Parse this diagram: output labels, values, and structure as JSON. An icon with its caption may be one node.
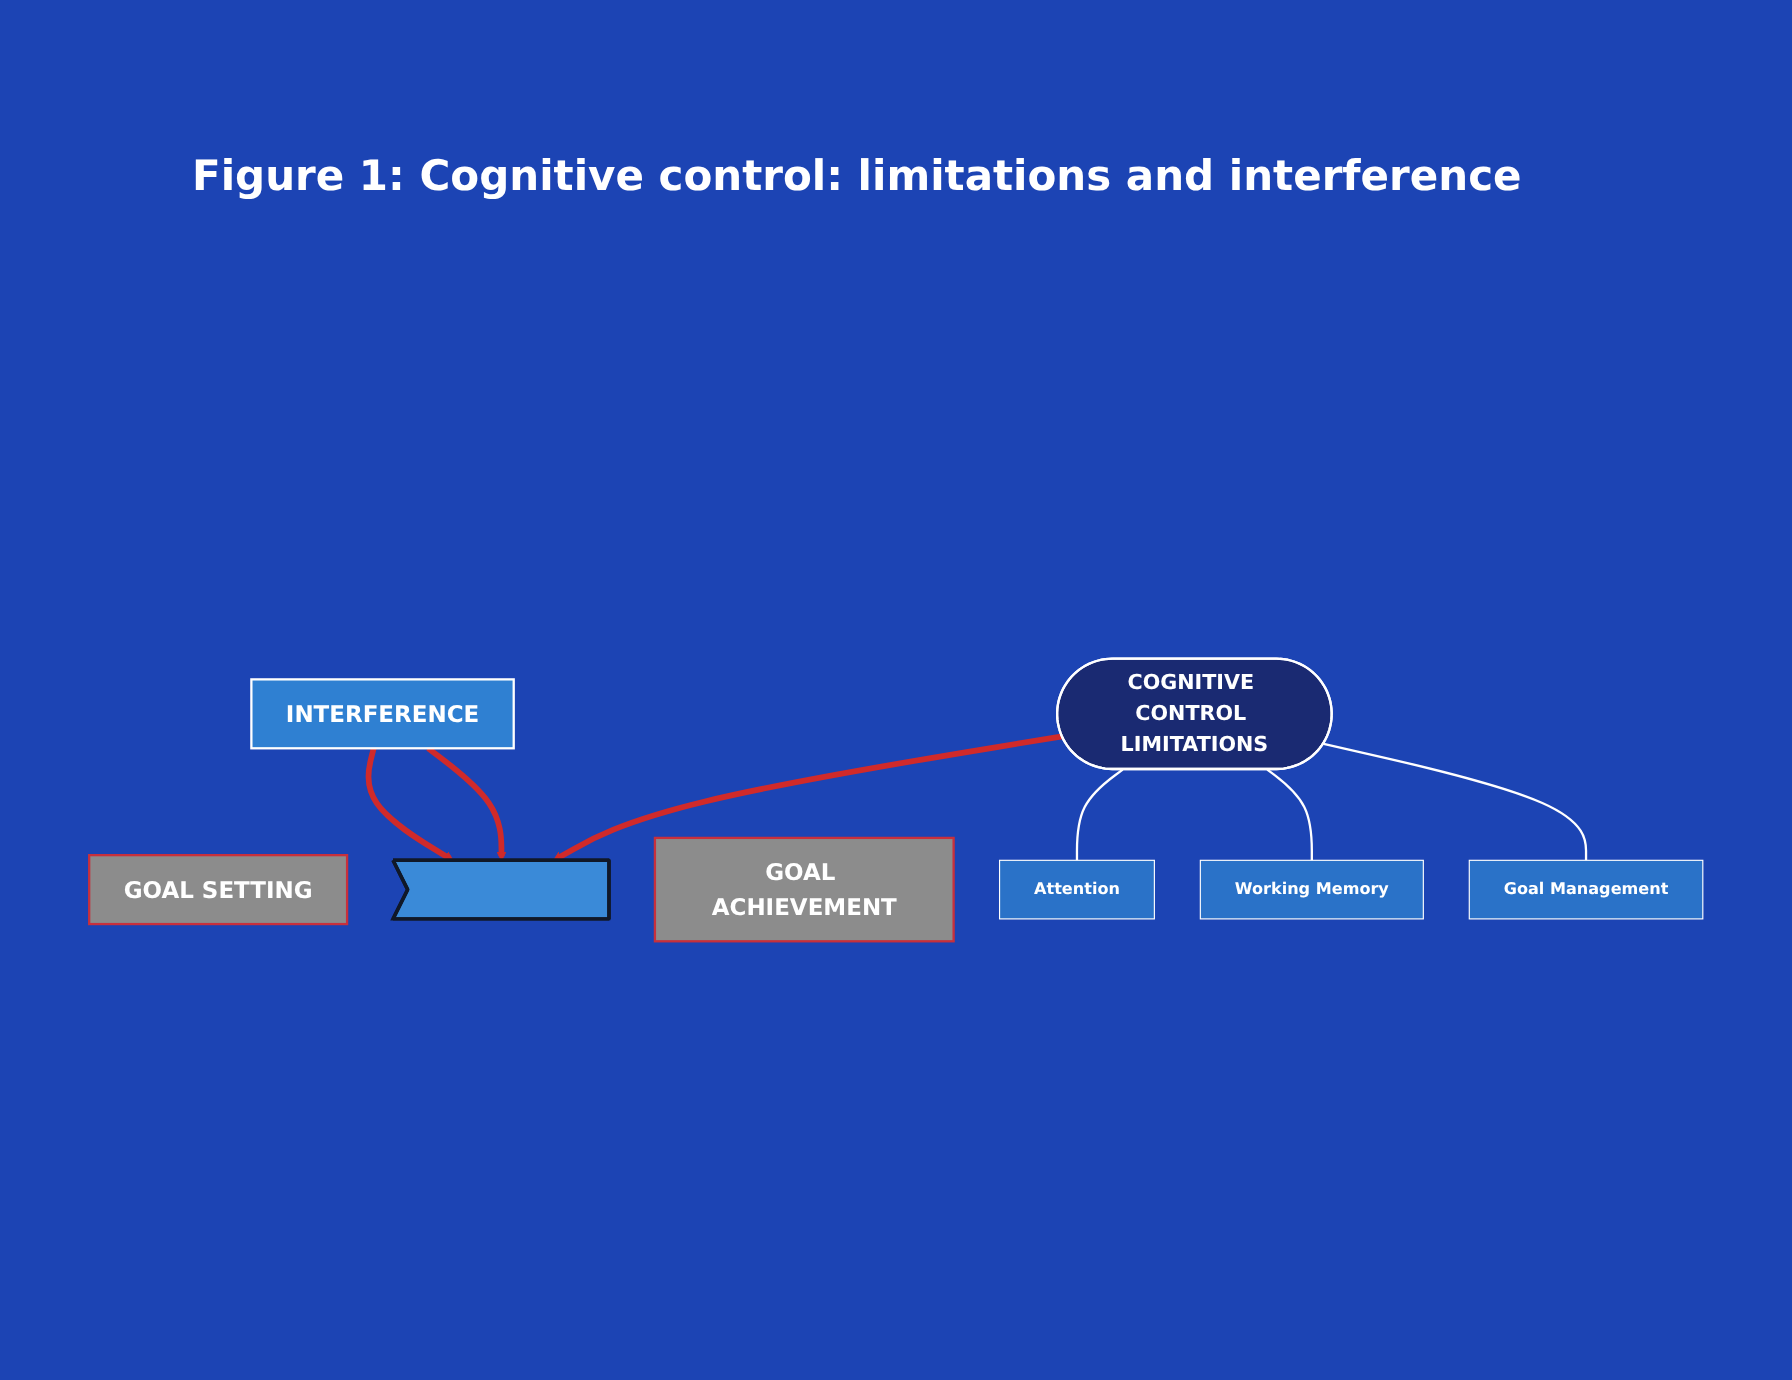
{
  "diagram": {
    "title": "Figure 1: Cognitive control: limitations and interference",
    "nodes": [
      {
        "text": [
          "INTERFERENCE"
        ]
      },
      {
        "text": [
          "GOAL SETTING"
        ]
      },
      {
        "text": [],
        "shape": "arrow"
      },
      {
        "text": [
          "GOAL ACHIEVEMENT"
        ]
      },
      {
        "text": [
          "COGNITIVE CONTROL LIMITATIONS"
        ]
      },
      {
        "text": [
          "Attention"
        ]
      },
      {
        "text": [
          "Working Memory"
        ]
      },
      {
        "text": [
          "Goal Management"
        ]
      }
    ],
    "edges": [
      {
        "from": 0,
        "to": 2,
        "arrow": "to",
        "style": "thick",
        "color": "#d02a2a"
      },
      {
        "from": 0,
        "to": 2,
        "arrow": "to",
        "style": "thick",
        "color": "#d02a2a"
      },
      {
        "from": 4,
        "to": 2,
        "arrow": "to",
        "style": "thick",
        "color": "#d02a2a"
      },
      {
        "from": 4,
        "to": 5,
        "arrow": "none",
        "color": "#ffffff"
      },
      {
        "from": 4,
        "to": 6,
        "arrow": "none",
        "color": "#ffffff"
      },
      {
        "from": 4,
        "to": 7,
        "arrow": "none",
        "color": "#ffffff"
      }
    ]
  }
}
